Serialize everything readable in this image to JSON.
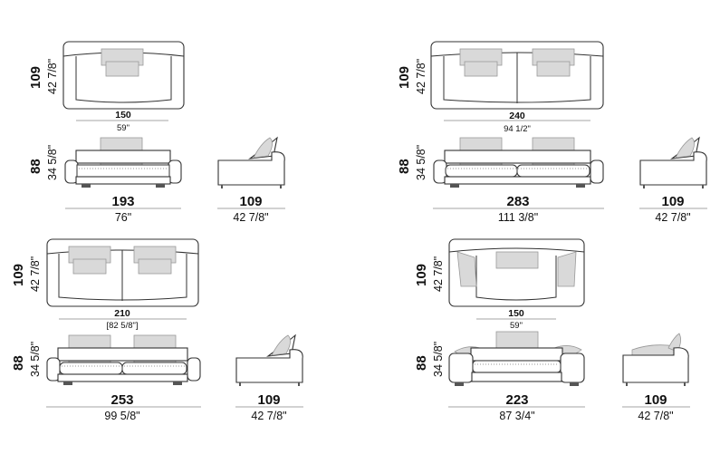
{
  "models": [
    {
      "id": "sofa-2seat-150",
      "plan": {
        "depth_cm": "109",
        "depth_in": "42 7/8\"",
        "width_cm": "150",
        "width_in": "59\""
      },
      "front": {
        "height_cm": "88",
        "height_in": "34 5/8\"",
        "width_cm": "193",
        "width_in": "76\""
      },
      "side": {
        "depth_cm": "109",
        "depth_in": "42 7/8\""
      }
    },
    {
      "id": "sofa-3seat-240",
      "plan": {
        "depth_cm": "109",
        "depth_in": "42 7/8\"",
        "width_cm": "240",
        "width_in": "94 1/2\""
      },
      "front": {
        "height_cm": "88",
        "height_in": "34 5/8\"",
        "width_cm": "283",
        "width_in": "111 3/8\""
      },
      "side": {
        "depth_cm": "109",
        "depth_in": "42 7/8\""
      }
    },
    {
      "id": "sofa-3seat-210",
      "plan": {
        "depth_cm": "109",
        "depth_in": "42 7/8\"",
        "width_cm": "210",
        "width_in": "[82 5/8\"]"
      },
      "front": {
        "height_cm": "88",
        "height_in": "34 5/8\"",
        "width_cm": "253",
        "width_in": "99 5/8\""
      },
      "side": {
        "depth_cm": "109",
        "depth_in": "42 7/8\""
      }
    },
    {
      "id": "sofa-wide-arm-150",
      "plan": {
        "depth_cm": "109",
        "depth_in": "42 7/8\"",
        "width_cm": "150",
        "width_in": "59\""
      },
      "front": {
        "height_cm": "88",
        "height_in": "34 5/8\"",
        "width_cm": "223",
        "width_in": "87 3/4\""
      },
      "side": {
        "depth_cm": "109",
        "depth_in": "42 7/8\""
      }
    }
  ]
}
